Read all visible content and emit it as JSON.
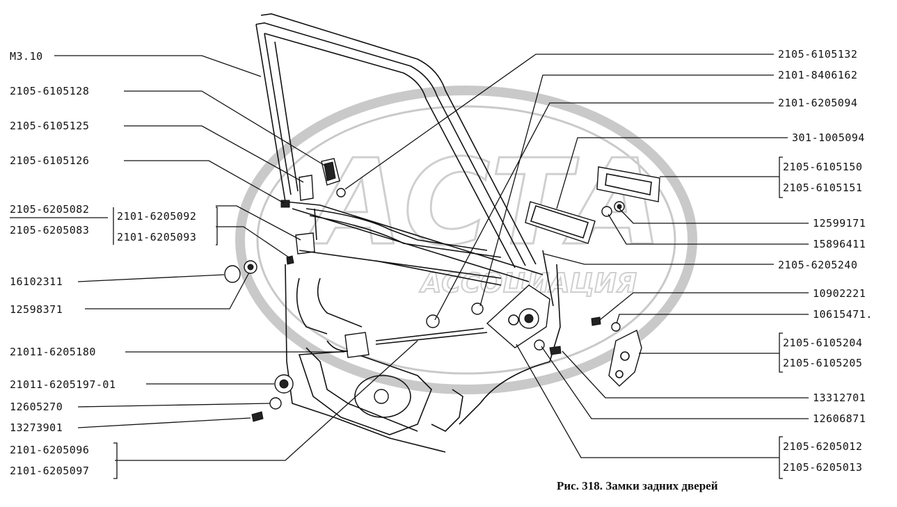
{
  "caption": "Рис. 318. Замки задних дверей",
  "watermark": {
    "text": "АСТА",
    "subtext": "АССОЦИАЦИЯ"
  },
  "labels_left": [
    "M3.10",
    "2105-6105128",
    "2105-6105125",
    "2105-6105126",
    "2105-6205082",
    "2105-6205083",
    "2101-6205092",
    "2101-6205093",
    "16102311",
    "12598371",
    "21011-6205180",
    "21011-6205197-01",
    "12605270",
    "13273901",
    "2101-6205096",
    "2101-6205097"
  ],
  "labels_right": [
    "2105-6105132",
    "2101-8406162",
    "2101-6205094",
    "301-1005094",
    "2105-6105150",
    "2105-6105151",
    "12599171",
    "15896411",
    "2105-6205240",
    "10902221",
    "10615471.",
    "2105-6105204",
    "2105-6105205",
    "13312701",
    "12606871",
    "2105-6205012",
    "2105-6205013"
  ],
  "icons": [
    "door-frame",
    "window-glass",
    "exterior-handle",
    "lock-mechanism",
    "striker-plate",
    "lock-rod",
    "interior-handle"
  ],
  "colors": {
    "line": "#111111",
    "watermark": "#c9c9c9",
    "background": "#ffffff"
  }
}
